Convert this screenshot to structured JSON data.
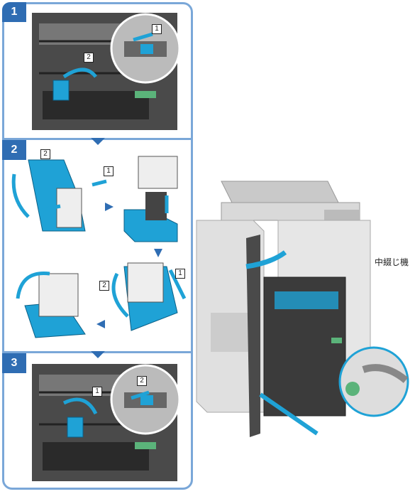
{
  "steps": [
    {
      "number": "1"
    },
    {
      "number": "2"
    },
    {
      "number": "3"
    }
  ],
  "callouts": {
    "c1": "1",
    "c2": "2"
  },
  "machine_label": "中綴じ機",
  "colors": {
    "frame": "#7aa7d8",
    "badge": "#2f6db3",
    "accent": "#1fa2d6",
    "dark": "#3b3b3b",
    "gray": "#c9c9c9"
  }
}
